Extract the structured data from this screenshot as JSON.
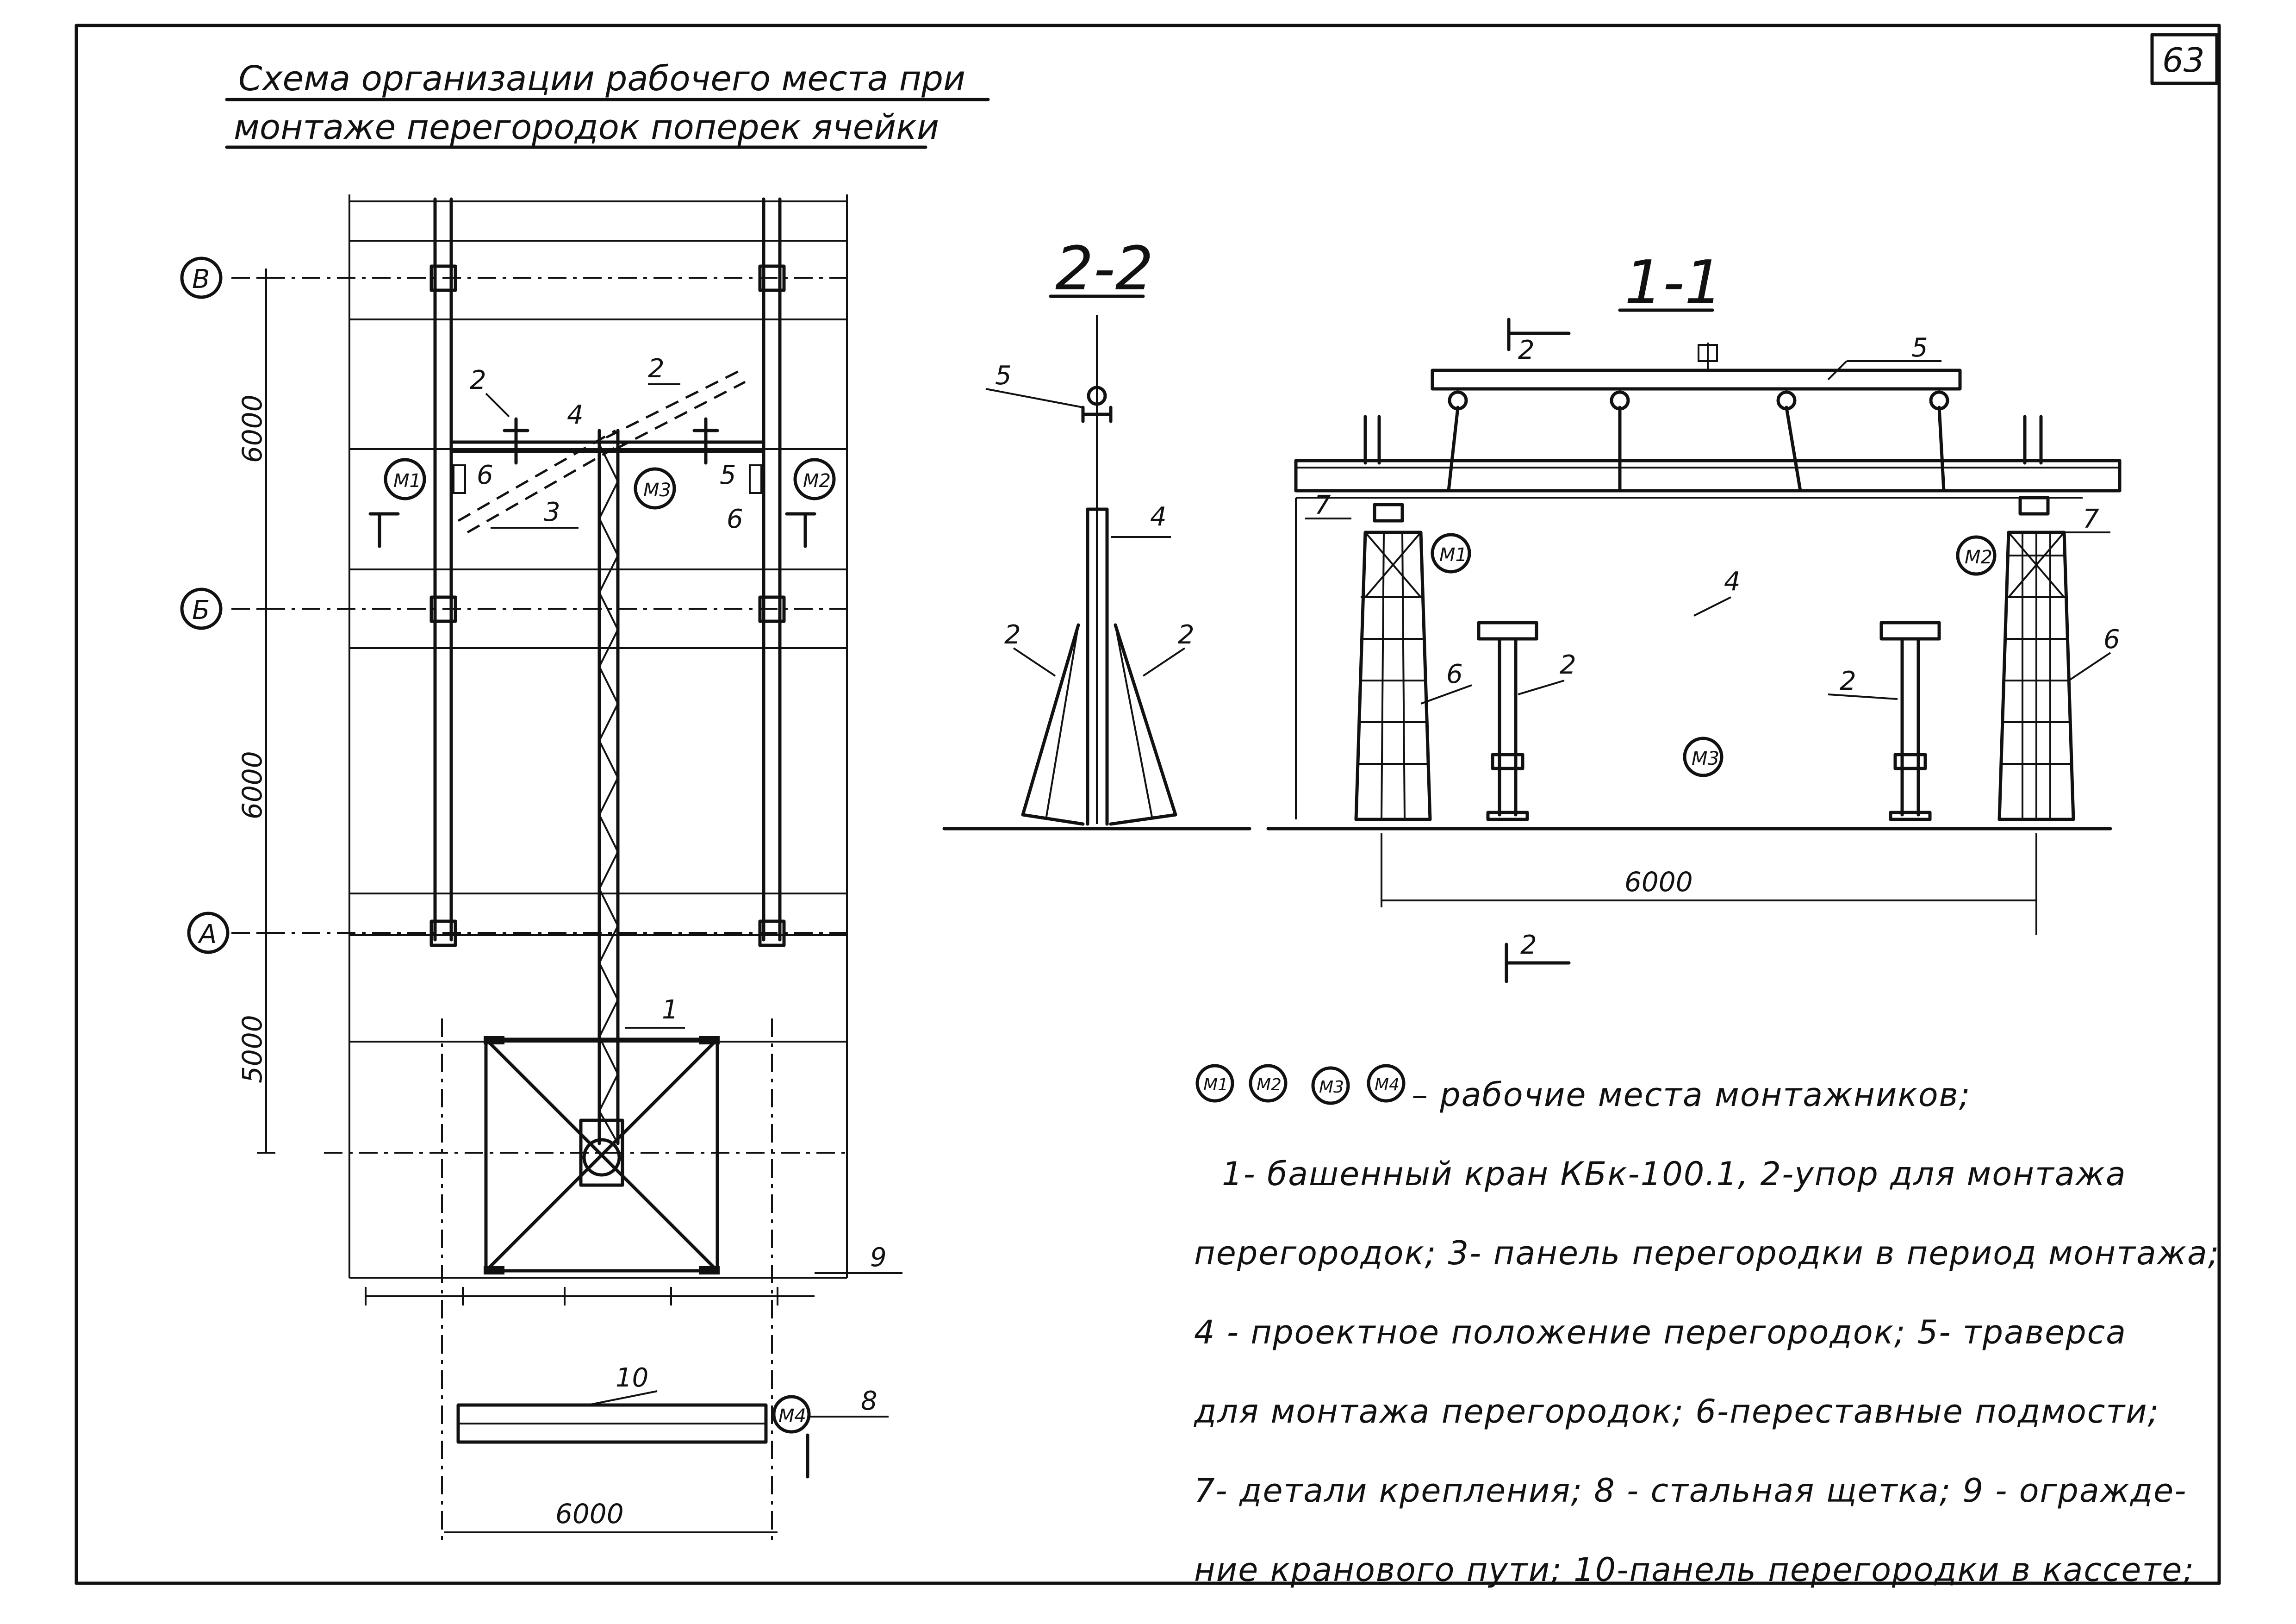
{
  "sheet": {
    "number": "63",
    "title_line1": "Схема организации рабочего места при",
    "title_line2": "монтаже перегородок поперек ячейки"
  },
  "sections": {
    "s22": "2-2",
    "s11": "1-1",
    "cut_mark": "2"
  },
  "axes": [
    "В",
    "Б",
    "А"
  ],
  "dimensions": {
    "bay_B_B": "6000",
    "bay_B_A": "6000",
    "crane_zone": "5000",
    "plan_width": "6000",
    "section_span": "6000"
  },
  "workplaces": [
    "M1",
    "M2",
    "M3",
    "M4"
  ],
  "callouts": [
    "1",
    "2",
    "3",
    "4",
    "5",
    "6",
    "7",
    "8",
    "9",
    "10"
  ],
  "legend": {
    "line1": "– рабочие места монтажников;",
    "line2": "1- башенный кран КБк-100.1, 2-упор для монтажа",
    "line3": "перегородок; 3- панель перегородки в период монтажа;",
    "line4": "4 - проектное положение перегородок; 5- траверса",
    "line5": "для монтажа перегородок; 6-переставные подмости;",
    "line6": "7- детали крепления; 8 - стальная щетка; 9 - огражде-",
    "line7": "ние кранового пути; 10-панель перегородки в кассете;"
  }
}
